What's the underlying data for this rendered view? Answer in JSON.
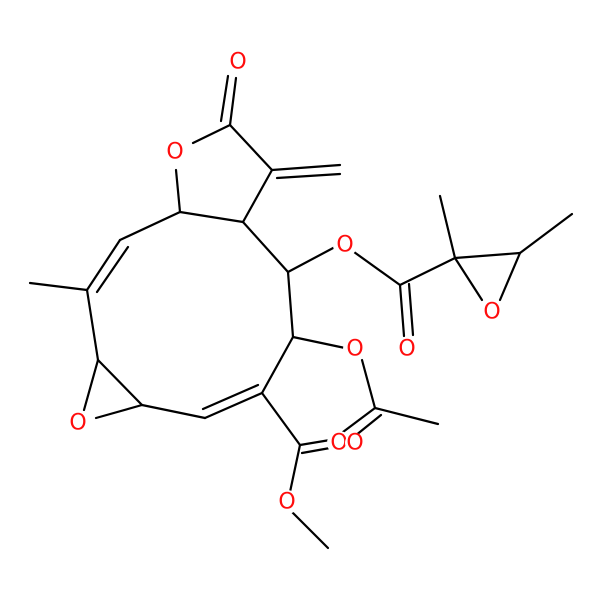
{
  "molecule": {
    "atom_labels": {
      "o_carbonyl_lactone": "O",
      "o_lactone_ring": "O",
      "o_ester_link": "O",
      "o_ester_carbonyl": "O",
      "o_epoxide_right": "O",
      "o_acetate_link": "O",
      "o_acetate_carbonyl": "O",
      "o_methylester_carbonyl": "O",
      "o_methylester_link": "O",
      "o_epoxide_left": "O"
    },
    "colors": {
      "carbon_bond": "#000000",
      "oxygen": "#ff0d0d",
      "background": "#ffffff"
    }
  }
}
